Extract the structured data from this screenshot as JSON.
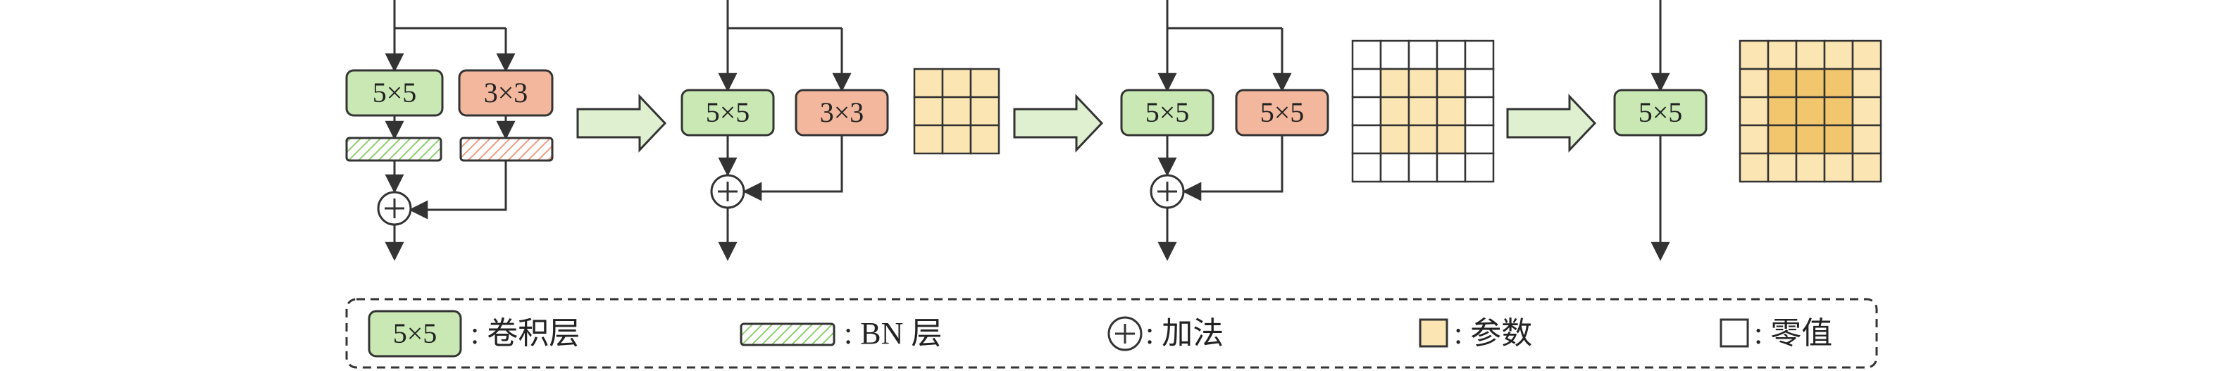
{
  "colors": {
    "conv_green": "#c9e8b4",
    "conv_red": "#f2b79c",
    "param": "#fbe5b3",
    "param_dark": "#f1c66d",
    "stroke": "#333333"
  },
  "stages": [
    {
      "left_conv": "5×5",
      "right_conv": "3×3"
    },
    {
      "left_conv": "5×5",
      "right_conv": "3×3"
    },
    {
      "left_conv": "5×5",
      "right_conv": "5×5"
    },
    {
      "single_conv": "5×5"
    }
  ],
  "grids": [
    {
      "size": 3,
      "pattern": "all-param"
    },
    {
      "size": 5,
      "pattern": "center-param"
    },
    {
      "size": 5,
      "pattern": "merged-param"
    }
  ],
  "legend": {
    "conv_sample": "5×5",
    "conv_label": ": 卷积层",
    "bn_label": ": BN 层",
    "add_label": ": 加法",
    "param_label": ": 参数",
    "zero_label": ": 零值"
  }
}
